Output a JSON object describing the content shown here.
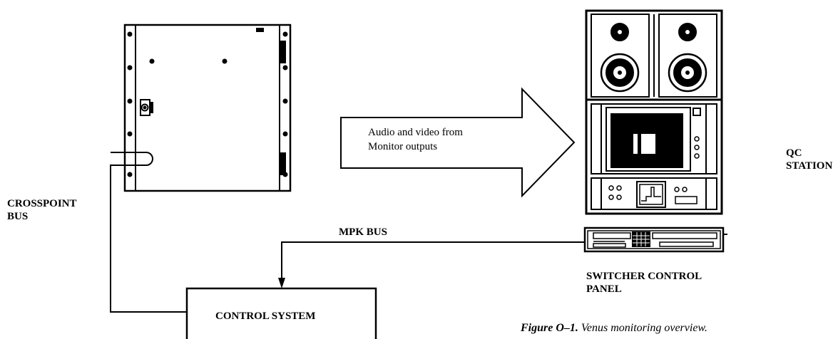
{
  "labels": {
    "crosspoint_bus_line1": "CROSSPOINT",
    "crosspoint_bus_line2": "BUS",
    "mpk_bus": "MPK BUS",
    "control_system": "CONTROL SYSTEM",
    "qc_station_line1": "QC",
    "qc_station_line2": "STATION",
    "switcher_panel_line1": "SWITCHER CONTROL",
    "switcher_panel_line2": "PANEL",
    "arrow_line1": "Audio and video from",
    "arrow_line2": "Monitor outputs"
  },
  "caption": {
    "number": "Figure O–1.",
    "text": " Venus monitoring overview."
  }
}
